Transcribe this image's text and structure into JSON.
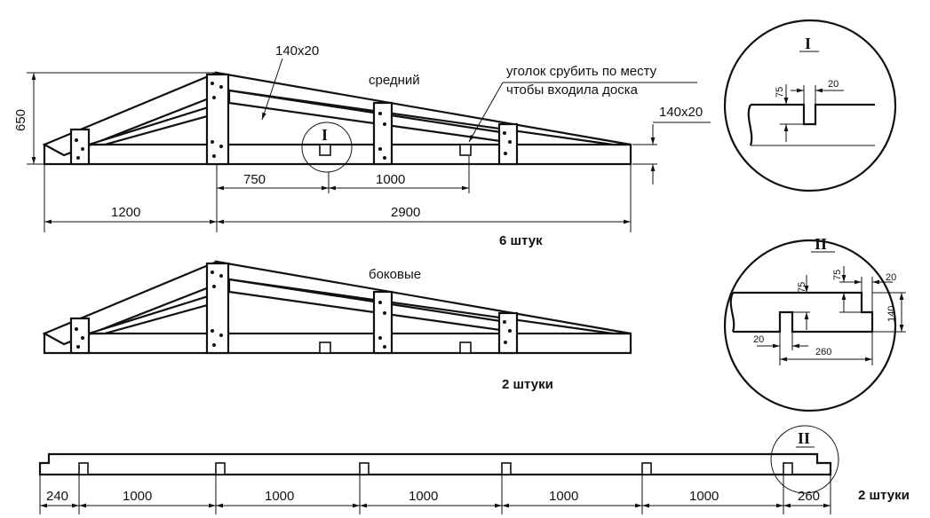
{
  "labels": {
    "middle": "средний",
    "side": "боковые",
    "note_line1": "уголок срубить по месту",
    "note_line2": "чтобы входила доска",
    "board_size_top": "140x20",
    "board_size_right": "140x20",
    "qty_middle": "6 штук",
    "qty_side": "2 штуки",
    "qty_board": "2 штуки"
  },
  "dims": {
    "height_650": "650",
    "d750": "750",
    "d1000": "1000",
    "d1200": "1200",
    "d2900": "2900"
  },
  "detail_I": {
    "title": "I",
    "d75": "75",
    "d20": "20"
  },
  "detail_II": {
    "title": "II",
    "d75a": "75",
    "d75b": "75",
    "d20a": "20",
    "d20b": "20",
    "d140": "140",
    "d260": "260"
  },
  "board": {
    "marker": "II",
    "dims": [
      "240",
      "1000",
      "1000",
      "1000",
      "1000",
      "1000",
      "260"
    ]
  },
  "callouts": {
    "I_small": "I"
  }
}
